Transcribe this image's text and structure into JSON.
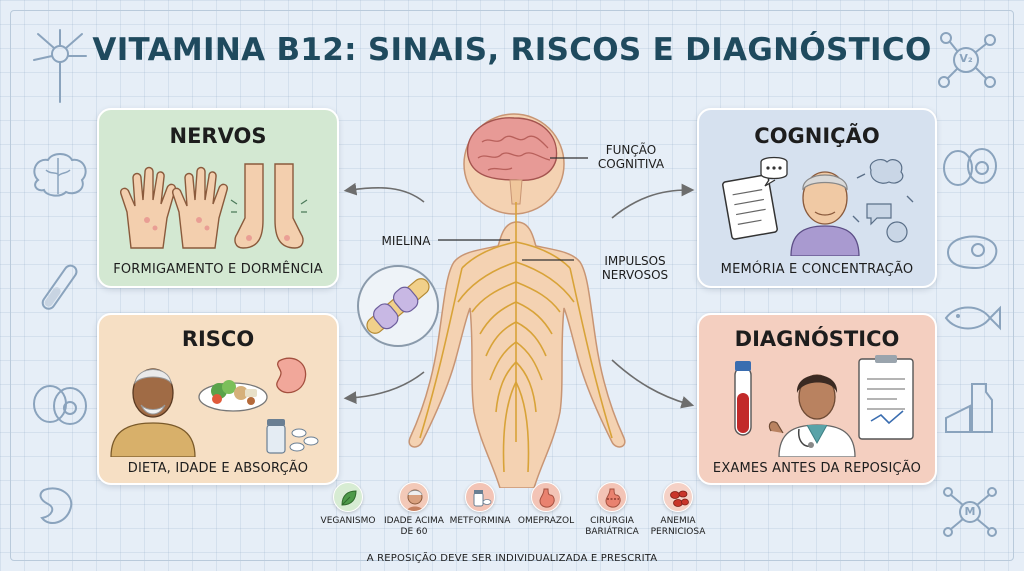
{
  "title": "VITAMINA B12: SINAIS, RISCOS E DIAGNÓSTICO",
  "cards": {
    "nervos": {
      "title": "NERVOS",
      "caption": "FORMIGAMENTO E DORMÊNCIA"
    },
    "cognicao": {
      "title": "COGNIÇÃO",
      "caption": "MEMÓRIA E CONCENTRAÇÃO"
    },
    "risco": {
      "title": "RISCO",
      "caption": "DIETA, IDADE E ABSORÇÃO"
    },
    "diagnostico": {
      "title": "DIAGNÓSTICO",
      "caption": "EXAMES ANTES DA REPOSIÇÃO"
    }
  },
  "body_labels": {
    "funcao_line1": "FUNÇÃO",
    "funcao_line2": "COGNITIVA",
    "mielina": "MIELINA",
    "impulsos_line1": "IMPULSOS",
    "impulsos_line2": "NERVOSOS"
  },
  "risk_factors": [
    {
      "line1": "VEGANISMO",
      "line2": "",
      "color": "#d7ecd3",
      "icon": "leaf-icon"
    },
    {
      "line1": "IDADE ACIMA",
      "line2": "DE 60",
      "color": "#f3c9b8",
      "icon": "elderly-face-icon"
    },
    {
      "line1": "METFORMINA",
      "line2": "",
      "color": "#f3c4b6",
      "icon": "pill-bottle-icon"
    },
    {
      "line1": "OMEPRAZOL",
      "line2": "",
      "color": "#f3c4b6",
      "icon": "stomach-icon"
    },
    {
      "line1": "CIRURGIA",
      "line2": "BARIÁTRICA",
      "color": "#f3c4b6",
      "icon": "stomach-surgery-icon"
    },
    {
      "line1": "ANEMIA",
      "line2": "PERNICIOSA",
      "color": "#f5d1c6",
      "icon": "red-cells-icon"
    }
  ],
  "side_decor": {
    "vitamin_badge": "V₂",
    "molecule_badge": "M"
  },
  "footer": "A REPOSIÇÃO DEVE SER INDIVIDUALIZADA E PRESCRITA"
}
